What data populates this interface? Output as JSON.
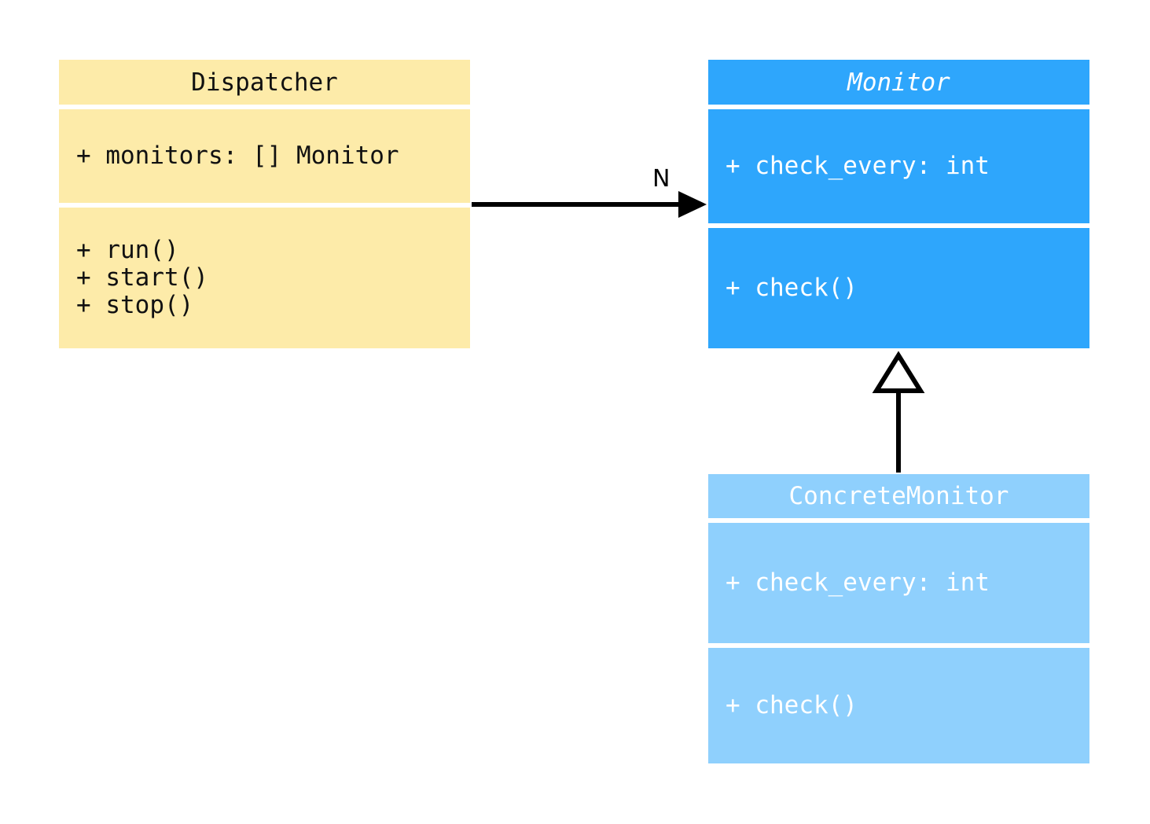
{
  "diagram": {
    "type": "uml-class-diagram",
    "background": "#ffffff",
    "classes": [
      {
        "id": "dispatcher",
        "name": "Dispatcher",
        "abstract": false,
        "fill": "#fdeba9",
        "text_color": "#111111",
        "attributes": [
          "+ monitors: [] Monitor"
        ],
        "operations": [
          "+ run()",
          "+ start()",
          "+ stop()"
        ]
      },
      {
        "id": "monitor",
        "name": "Monitor",
        "abstract": true,
        "fill": "#2ea6fc",
        "text_color": "#ffffff",
        "attributes": [
          "+ check_every: int"
        ],
        "operations": [
          "+ check()"
        ]
      },
      {
        "id": "concrete_monitor",
        "name": "ConcreteMonitor",
        "abstract": false,
        "fill": "#8fd0fd",
        "text_color": "#ffffff",
        "attributes": [
          "+ check_every: int"
        ],
        "operations": [
          "+ check()"
        ]
      }
    ],
    "relationships": [
      {
        "id": "dispatcher_monitor",
        "kind": "association",
        "from": "Dispatcher",
        "to": "Monitor",
        "label": "N",
        "arrow": "filled-arrowhead",
        "color": "#000000"
      },
      {
        "id": "concrete_monitor_monitor",
        "kind": "generalization",
        "from": "ConcreteMonitor",
        "to": "Monitor",
        "label": "",
        "arrow": "hollow-triangle",
        "color": "#000000"
      }
    ]
  }
}
